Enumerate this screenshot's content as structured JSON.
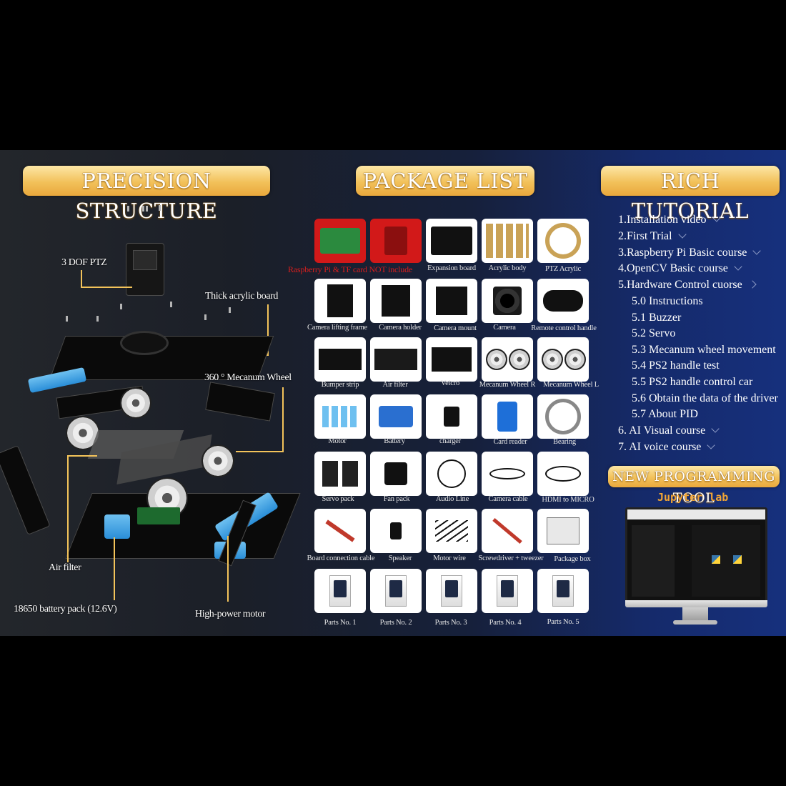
{
  "headers": {
    "precision": "PRECISION STRUCTURE",
    "package": "PACKAGE LIST",
    "tutorial": "RICH TUTORIAL",
    "tool": "NEW PROGRAMMING TOOL"
  },
  "structure_labels": {
    "ptz": "3 DOF PTZ",
    "acrylic": "Thick acrylic board",
    "wheel": "360 ° Mecanum Wheel",
    "air_filter": "Air filter",
    "battery": "18650 battery pack (12.6V)",
    "motor": "High-power motor"
  },
  "package": {
    "row1_note": "Raspberry Pi & TF card NOT include",
    "row1": [
      "Expansion board",
      "Acrylic body",
      "PTZ Acrylic"
    ],
    "row2": [
      "Camera lifting frame",
      "Camera holder",
      "Camera mount",
      "Camera",
      "Remote control handle"
    ],
    "row3": [
      "Bumper strip",
      "Air filter",
      "Velcro",
      "Mecanum Wheel R",
      "Mecanum Wheel L"
    ],
    "row4": [
      "Motor",
      "Battery",
      "charger",
      "Card reader",
      "Bearing"
    ],
    "row5": [
      "Servo pack",
      "Fan pack",
      "Audio Line",
      "Camera cable",
      "HDMI to MICRO"
    ],
    "row6": [
      "Board connection cable",
      "Speaker",
      "Motor wire",
      "Screwdriver + tweezer",
      "Package box"
    ],
    "row7": [
      "Parts No. 1",
      "Parts No. 2",
      "Parts No. 3",
      "Parts No. 4",
      "Parts No. 5"
    ]
  },
  "tutorial": {
    "items": [
      "1.Installation video",
      "2.First Trial",
      "3.Raspberry Pi Basic course",
      "4.OpenCV Basic course",
      "5.Hardware Control cuorse",
      "5.0 Instructions",
      "5.1 Buzzer",
      "5.2 Servo",
      "5.3 Mecanum wheel movement",
      "5.4 PS2 handle test",
      "5.5 PS2 handle control car",
      "5.6 Obtain the data of the driver",
      "5.7 About PID",
      "6. AI Visual course",
      "7. AI voice course"
    ],
    "tool_name": "Jupyter lab"
  },
  "colors": {
    "header_gold": "#f2c15a",
    "leader_line": "#f3c35a",
    "note_red": "#d81e1e",
    "wheel_blue": "#2a8ed8"
  }
}
